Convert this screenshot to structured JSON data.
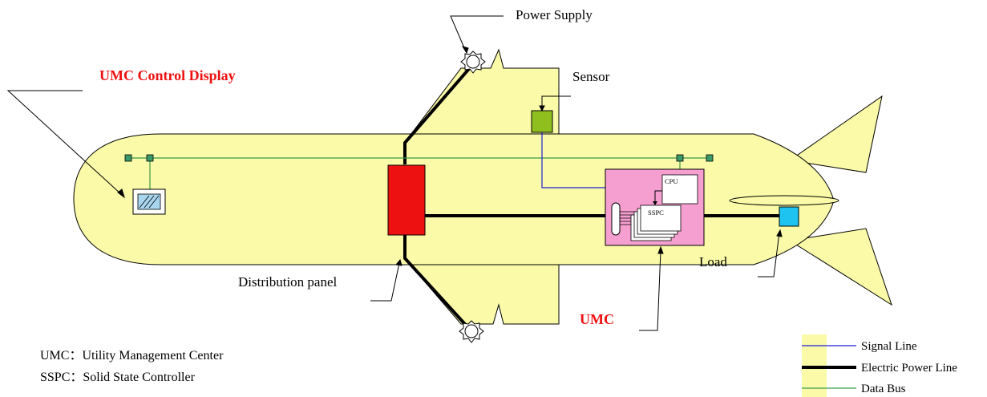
{
  "labels": {
    "power_supply": "Power Supply",
    "sensor": "Sensor",
    "umc_control_display": "UMC Control Display",
    "distribution_panel": "Distribution panel",
    "umc": "UMC",
    "load": "Load",
    "cpu": "CPU",
    "sspc": "SSPC"
  },
  "definitions": [
    "UMC：Utility Management Center",
    "SSPC：Solid State Controller"
  ],
  "legend": [
    {
      "label": "Signal Line",
      "color": "#1f1fd6"
    },
    {
      "label": "Electric Power Line",
      "color": "#000000"
    },
    {
      "label": "Data Bus",
      "color": "#3a9a4a"
    }
  ],
  "colors": {
    "hull": "#fafaa8",
    "red_label": "#ee1111",
    "distribution_panel": "#ee1111",
    "umc_box": "#f59ed0",
    "sensor": "#8fbf1f",
    "load": "#1ec3f0"
  }
}
